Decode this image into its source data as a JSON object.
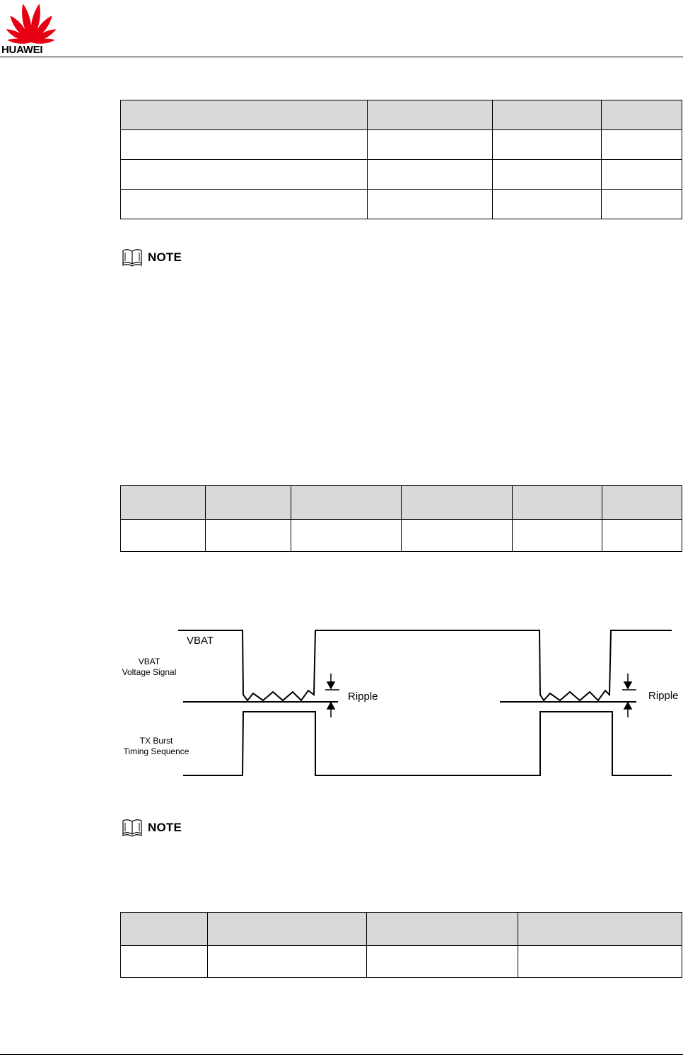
{
  "header": {
    "brand": "HUAWEI",
    "brand_colors": {
      "petal": "#e60012"
    },
    "logo_icon": "huawei-petals-logo"
  },
  "notes": [
    {
      "label": "NOTE",
      "icon": "book-icon"
    },
    {
      "label": "NOTE",
      "icon": "book-icon"
    }
  ],
  "diagram": {
    "vbat_label": "VBAT",
    "vbat_signal_line1": "VBAT",
    "vbat_signal_line2": "Voltage Signal",
    "tx_line1": "TX Burst",
    "tx_line2": "Timing Sequence",
    "ripple_label_1": "Ripple",
    "ripple_label_2": "Ripple"
  },
  "colors": {
    "table_header_fill": "#d9d9d9",
    "rule": "#000000"
  }
}
